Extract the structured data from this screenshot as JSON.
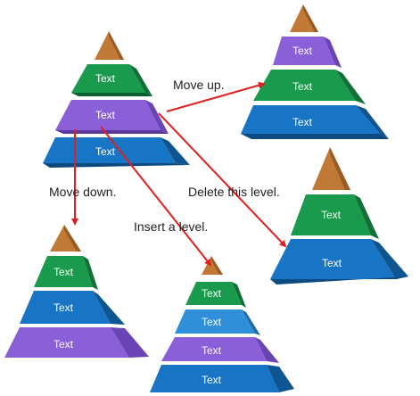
{
  "colors": {
    "tip": "#c07a36",
    "green": "#1a9a4c",
    "purple": "#8a5fd8",
    "blue": "#1874c4",
    "lightblue": "#2f8fd8",
    "arrow": "#e02020"
  },
  "pyramids": {
    "original": {
      "levels": [
        {
          "label": "Text",
          "color": "green"
        },
        {
          "label": "Text",
          "color": "purple"
        },
        {
          "label": "Text",
          "color": "blue"
        }
      ]
    },
    "move_up": {
      "levels": [
        {
          "label": "Text",
          "color": "purple"
        },
        {
          "label": "Text",
          "color": "green"
        },
        {
          "label": "Text",
          "color": "blue"
        }
      ]
    },
    "delete": {
      "levels": [
        {
          "label": "Text",
          "color": "green"
        },
        {
          "label": "Text",
          "color": "blue"
        }
      ]
    },
    "move_down": {
      "levels": [
        {
          "label": "Text",
          "color": "green"
        },
        {
          "label": "Text",
          "color": "blue"
        },
        {
          "label": "Text",
          "color": "purple"
        }
      ]
    },
    "insert": {
      "levels": [
        {
          "label": "Text",
          "color": "green"
        },
        {
          "label": "Text",
          "color": "lightblue"
        },
        {
          "label": "Text",
          "color": "purple"
        },
        {
          "label": "Text",
          "color": "blue"
        }
      ]
    }
  },
  "annotations": {
    "move_up": "Move up.",
    "delete": "Delete this level.",
    "move_down": "Move down.",
    "insert": "Insert a level."
  }
}
